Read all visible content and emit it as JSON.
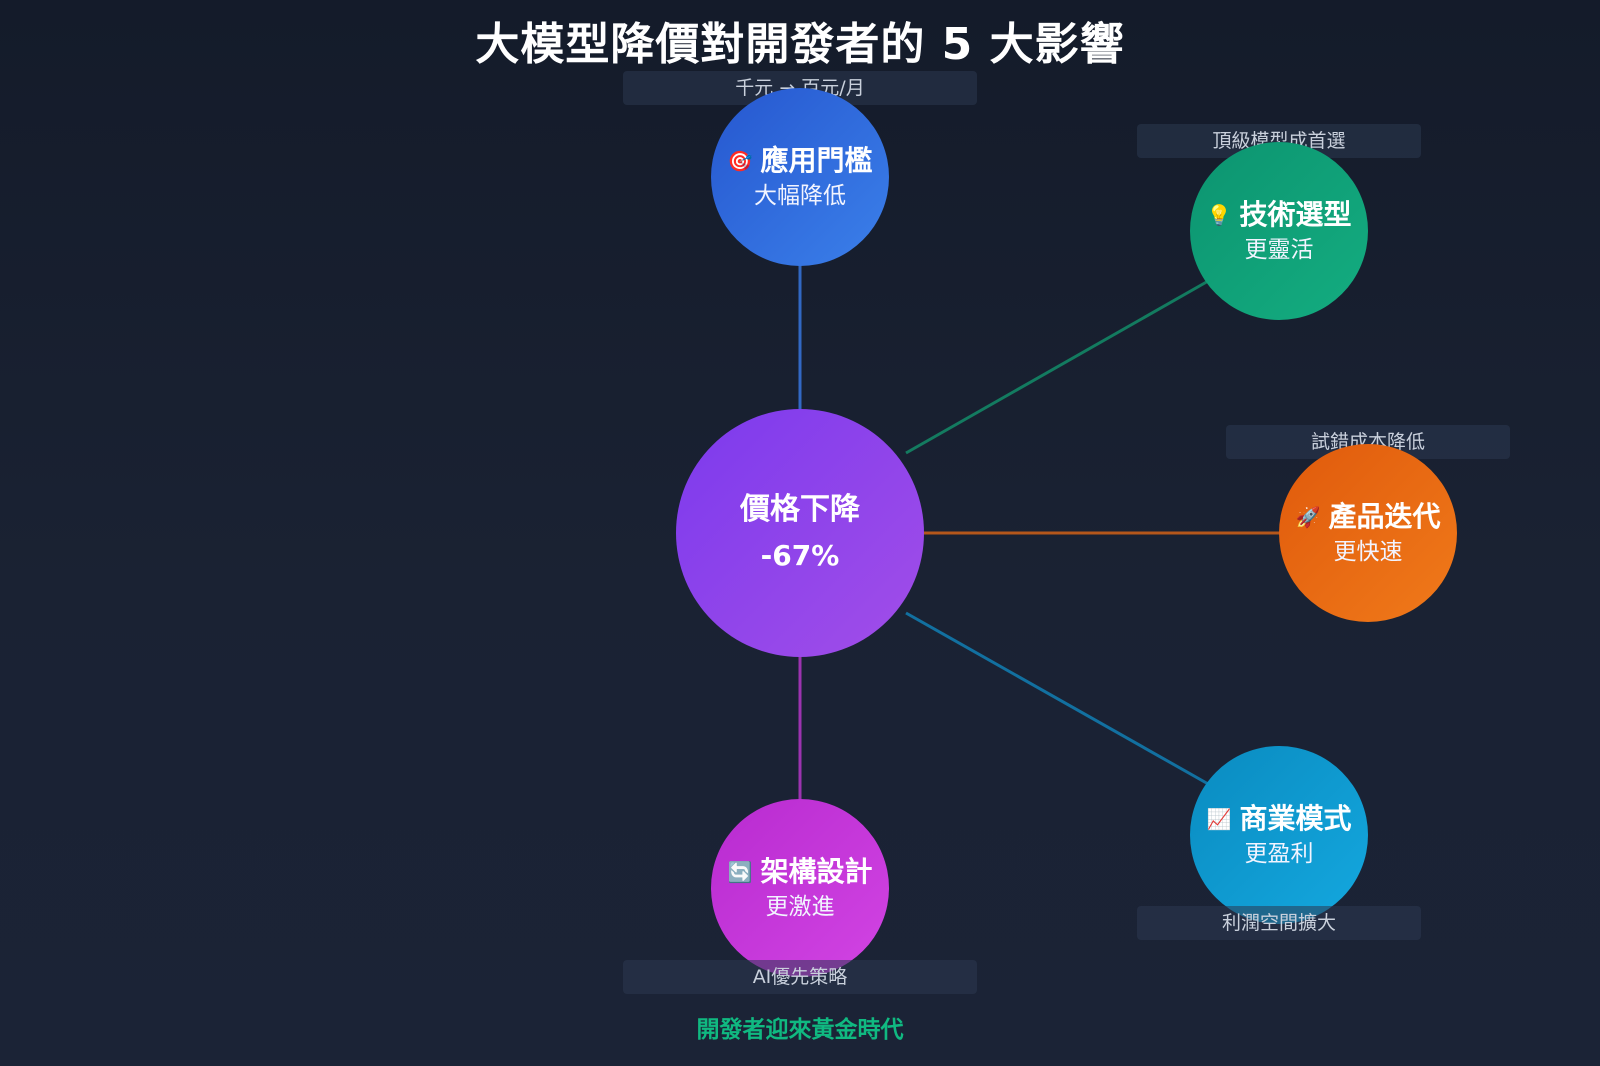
{
  "title": "大模型降價對開發者的 5 大影響",
  "center": {
    "label": "價格下降",
    "value": "-67%",
    "color": "#8b45e8"
  },
  "nodes": [
    {
      "id": "threshold",
      "icon": "target-icon",
      "emoji": "🎯",
      "label": "應用門檻",
      "sub": "大幅降低",
      "tag": "千元 → 百元/月",
      "color": "#2f6fe0"
    },
    {
      "id": "selection",
      "icon": "lightbulb-icon",
      "emoji": "💡",
      "label": "技術選型",
      "sub": "更靈活",
      "tag": "頂級模型成首選",
      "color": "#10a37a"
    },
    {
      "id": "iteration",
      "icon": "rocket-icon",
      "emoji": "🚀",
      "label": "產品迭代",
      "sub": "更快速",
      "tag": "試錯成本降低",
      "color": "#ea6a14"
    },
    {
      "id": "business",
      "icon": "chart-up-icon",
      "emoji": "📈",
      "label": "商業模式",
      "sub": "更盈利",
      "tag": "利潤空間擴大",
      "color": "#0f9bcf"
    },
    {
      "id": "architecture",
      "icon": "refresh-icon",
      "emoji": "🔄",
      "label": "架構設計",
      "sub": "更激進",
      "tag": "AI優先策略",
      "color": "#c83ad9"
    }
  ],
  "footer": "開發者迎來黃金時代"
}
